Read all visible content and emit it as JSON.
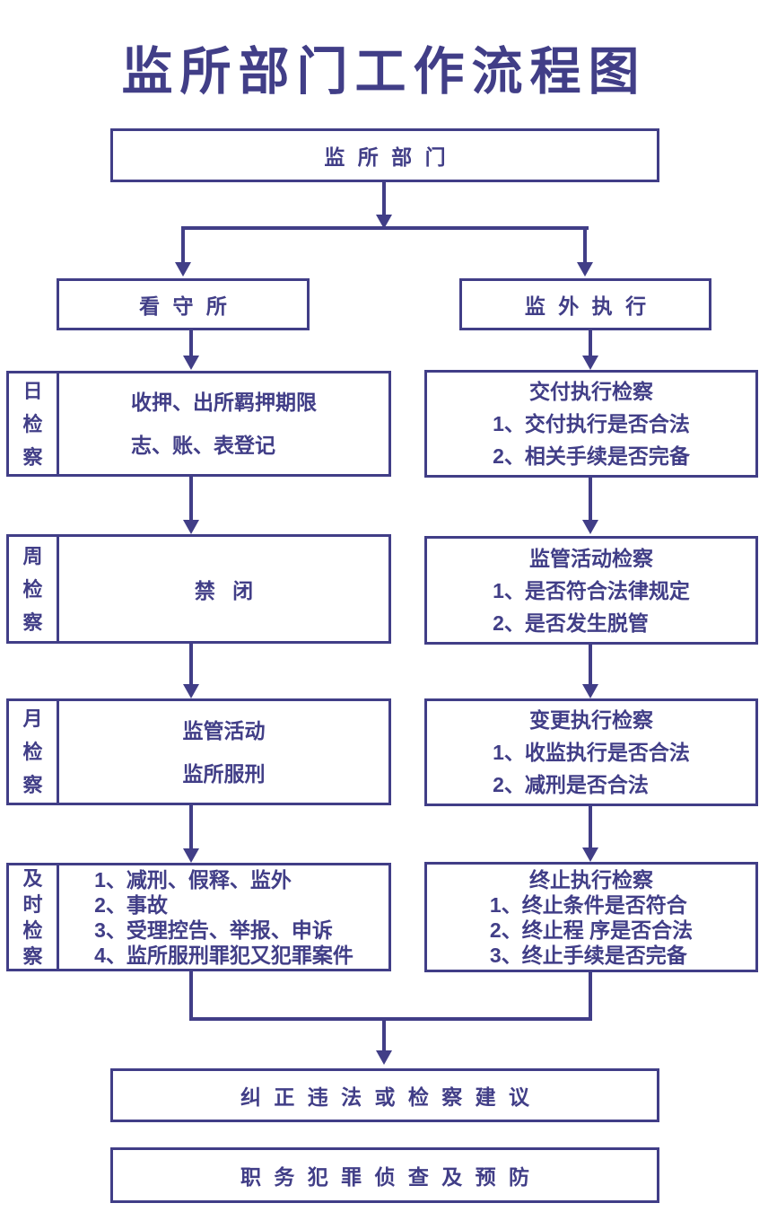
{
  "title": "监所部门工作流程图",
  "colors": {
    "ink": "#413e87",
    "background": "#ffffff"
  },
  "top_box": {
    "label": "监 所 部 门"
  },
  "branches": {
    "left": {
      "header": "看 守 所",
      "rows": [
        {
          "side_label": "日检察",
          "lines": [
            "收押、出所羁押期限",
            "志、账、表登记"
          ]
        },
        {
          "side_label": "周检察",
          "lines": [
            "禁   闭"
          ]
        },
        {
          "side_label": "月检察",
          "lines": [
            "监管活动",
            "监所服刑"
          ]
        },
        {
          "side_label": "及时检察",
          "lines": [
            "1、减刑、假释、监外",
            "2、事故",
            "3、受理控告、举报、申诉",
            "4、监所服刑罪犯又犯罪案件"
          ]
        }
      ]
    },
    "right": {
      "header": "监 外 执 行",
      "rows": [
        {
          "title": "交付执行检察",
          "lines": [
            "1、交付执行是否合法",
            "2、相关手续是否完备"
          ]
        },
        {
          "title": "监管活动检察",
          "lines": [
            "1、是否符合法律规定",
            "2、是否发生脱管"
          ]
        },
        {
          "title": "变更执行检察",
          "lines": [
            "1、收监执行是否合法",
            "2、减刑是否合法"
          ]
        },
        {
          "title": "终止执行检察",
          "lines": [
            "1、终止条件是否符合",
            "2、终止程 序是否合法",
            "3、终止手续是否完备"
          ]
        }
      ]
    }
  },
  "outputs": [
    {
      "label": "纠 正 违 法 或 检 察 建 议"
    },
    {
      "label": "职 务 犯 罪 侦 查 及 预 防"
    }
  ]
}
